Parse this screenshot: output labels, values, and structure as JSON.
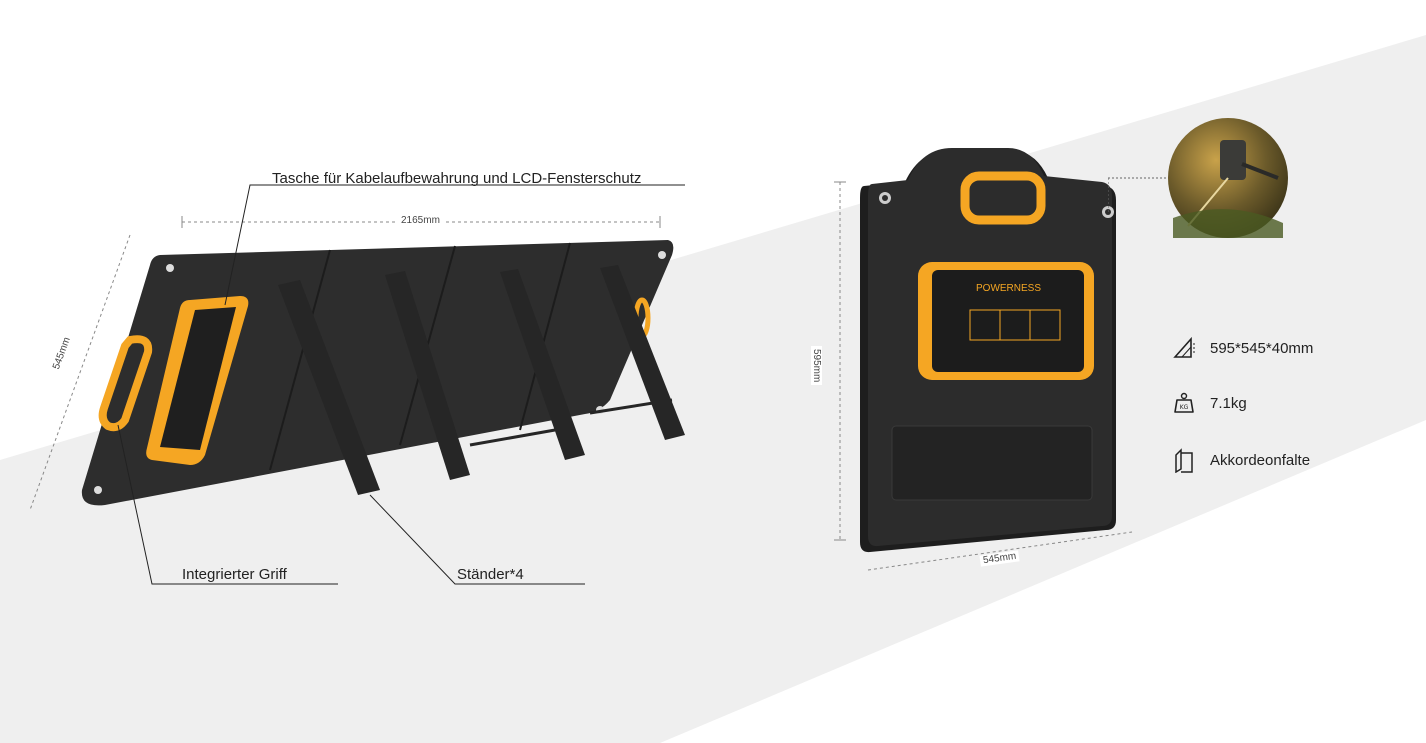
{
  "left_product": {
    "callout_pocket": "Tasche für Kabelaufbewahrung und LCD-Fensterschutz",
    "callout_handle": "Integrierter Griff",
    "callout_stand": "Ständer*4",
    "dim_width": "2165mm",
    "dim_height": "545mm"
  },
  "right_product": {
    "dim_height": "595mm",
    "dim_width": "545mm",
    "brand": "POWERNESS"
  },
  "specs": [
    {
      "icon": "dimension-icon",
      "text": "595*545*40mm"
    },
    {
      "icon": "weight-icon",
      "text": "7.1kg"
    },
    {
      "icon": "fold-icon",
      "text": "Akkordeonfalte"
    }
  ],
  "colors": {
    "background_band": "#efefef",
    "panel": "#2b2b2b",
    "accent": "#f5a623"
  }
}
